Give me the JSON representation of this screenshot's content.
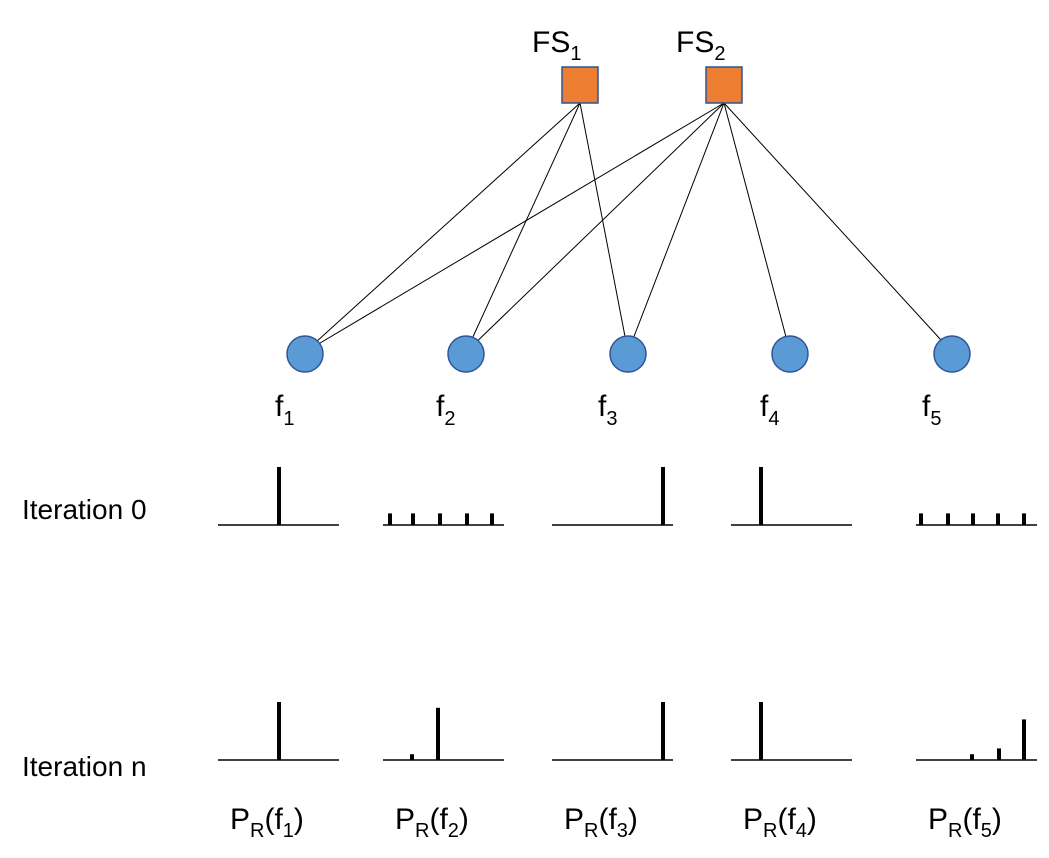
{
  "colors": {
    "factor_fill": "#ed7d31",
    "factor_stroke": "#2f5597",
    "variable_fill": "#5b9bd5",
    "variable_stroke": "#2f5597",
    "edge": "#000000",
    "bar": "#000000"
  },
  "factors": [
    {
      "id": "FS1",
      "base": "FS",
      "sub": "1"
    },
    {
      "id": "FS2",
      "base": "FS",
      "sub": "2"
    }
  ],
  "variables": [
    {
      "id": "f1",
      "base": "f",
      "sub": "1"
    },
    {
      "id": "f2",
      "base": "f",
      "sub": "2"
    },
    {
      "id": "f3",
      "base": "f",
      "sub": "3"
    },
    {
      "id": "f4",
      "base": "f",
      "sub": "4"
    },
    {
      "id": "f5",
      "base": "f",
      "sub": "5"
    }
  ],
  "edges": [
    [
      "FS1",
      "f1"
    ],
    [
      "FS1",
      "f2"
    ],
    [
      "FS1",
      "f3"
    ],
    [
      "FS2",
      "f1"
    ],
    [
      "FS2",
      "f2"
    ],
    [
      "FS2",
      "f3"
    ],
    [
      "FS2",
      "f4"
    ],
    [
      "FS2",
      "f5"
    ]
  ],
  "rows": [
    {
      "label": "Iteration 0"
    },
    {
      "label": "Iteration n"
    }
  ],
  "distributions": [
    [
      {
        "values": [
          1
        ]
      },
      {
        "values": [
          0.2,
          0.2,
          0.2,
          0.2,
          0.2
        ]
      },
      {
        "values": [
          1
        ]
      },
      {
        "values": [
          1
        ]
      },
      {
        "values": [
          0.2,
          0.2,
          0.2,
          0.2,
          0.2
        ]
      }
    ],
    [
      {
        "values": [
          1
        ]
      },
      {
        "values": [
          0.1,
          0.9
        ]
      },
      {
        "values": [
          1
        ]
      },
      {
        "values": [
          1
        ]
      },
      {
        "values": [
          0.1,
          0.2,
          0.7
        ]
      }
    ]
  ],
  "captions": [
    {
      "pre": "P",
      "sub1": "R",
      "mid": "(f",
      "sub2": "1",
      "post": ")"
    },
    {
      "pre": "P",
      "sub1": "R",
      "mid": "(f",
      "sub2": "2",
      "post": ")"
    },
    {
      "pre": "P",
      "sub1": "R",
      "mid": "(f",
      "sub2": "3",
      "post": ")"
    },
    {
      "pre": "P",
      "sub1": "R",
      "mid": "(f",
      "sub2": "4",
      "post": ")"
    },
    {
      "pre": "P",
      "sub1": "R",
      "mid": "(f",
      "sub2": "5",
      "post": ")"
    }
  ]
}
